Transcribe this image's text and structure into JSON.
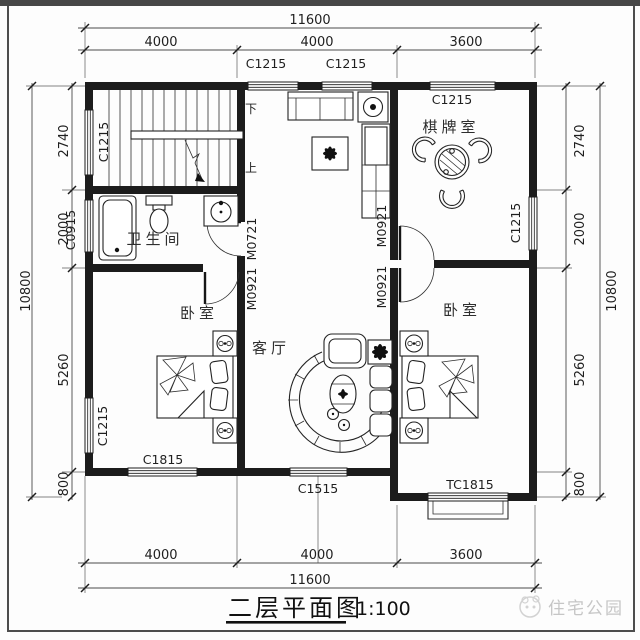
{
  "title": {
    "name": "二层平面图",
    "scale": "1:100"
  },
  "watermark": {
    "text": "住宅公园"
  },
  "dimensions": {
    "top": {
      "total": "11600",
      "seg1": "4000",
      "seg2": "4000",
      "seg3": "3600"
    },
    "bottom": {
      "total": "11600",
      "seg1": "4000",
      "seg2": "4000",
      "seg3": "3600"
    },
    "left": {
      "total": "10800",
      "seg1": "2740",
      "seg2": "2000",
      "seg3": "5260",
      "seg4": "800"
    },
    "right": {
      "total": "10800",
      "seg1": "2740",
      "seg2": "2000",
      "seg3": "5260",
      "seg4": "800"
    }
  },
  "rooms": {
    "bathroom": "卫生间",
    "chess_room": "棋牌室",
    "bedroom_left": "卧室",
    "bedroom_right": "卧室",
    "living_room": "客厅",
    "stair_down": "下",
    "stair_up": "上"
  },
  "windows": {
    "top_left": "C1215",
    "top_center": "C1215",
    "chess_top": "C1215",
    "stair_left": "C1215",
    "bath_left": "C0915",
    "bedroom_left_side": "C1215",
    "chess_right": "C1215",
    "bedroom_left_bottom": "C1815",
    "living_bottom": "C1515",
    "bedroom_right_bottom": "TC1815"
  },
  "doors": {
    "bathroom": "M0721",
    "bedroom_left": "M0921",
    "chess_room": "M0921",
    "bedroom_right": "M0921"
  }
}
